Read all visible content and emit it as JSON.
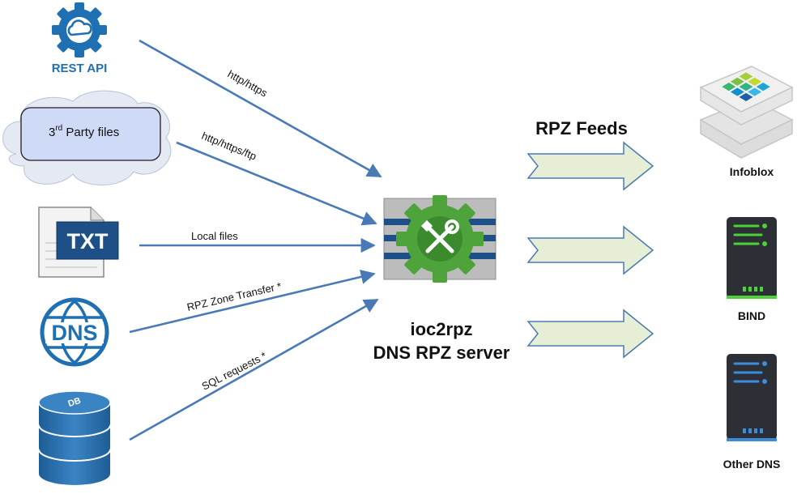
{
  "sources": {
    "rest_api": "REST API",
    "third_party": {
      "prefix": "3",
      "sup": "rd",
      "suffix": " Party files"
    },
    "txt": "TXT",
    "dns": "DNS",
    "db": "DB"
  },
  "edges": {
    "rest": "http/https",
    "third_party": "http/https/ftp",
    "local": "Local files",
    "zone": "RPZ Zone Transfer *",
    "sql": "SQL requests *"
  },
  "server": {
    "line1": "ioc2rpz",
    "line2": "DNS RPZ server"
  },
  "feeds_title": "RPZ Feeds",
  "targets": {
    "infoblox": "Infoblox",
    "bind": "BIND",
    "other": "Other DNS"
  },
  "colors": {
    "arrow": "#4a7ab5",
    "gear_blue": "#1f6fb3",
    "gear_green": "#4ea33a",
    "feed_fill": "#e6efd6",
    "feed_stroke": "#4a7ab5",
    "server_dark": "#2c2f36",
    "led_green": "#4cd137",
    "led_blue": "#3d8bd9"
  }
}
